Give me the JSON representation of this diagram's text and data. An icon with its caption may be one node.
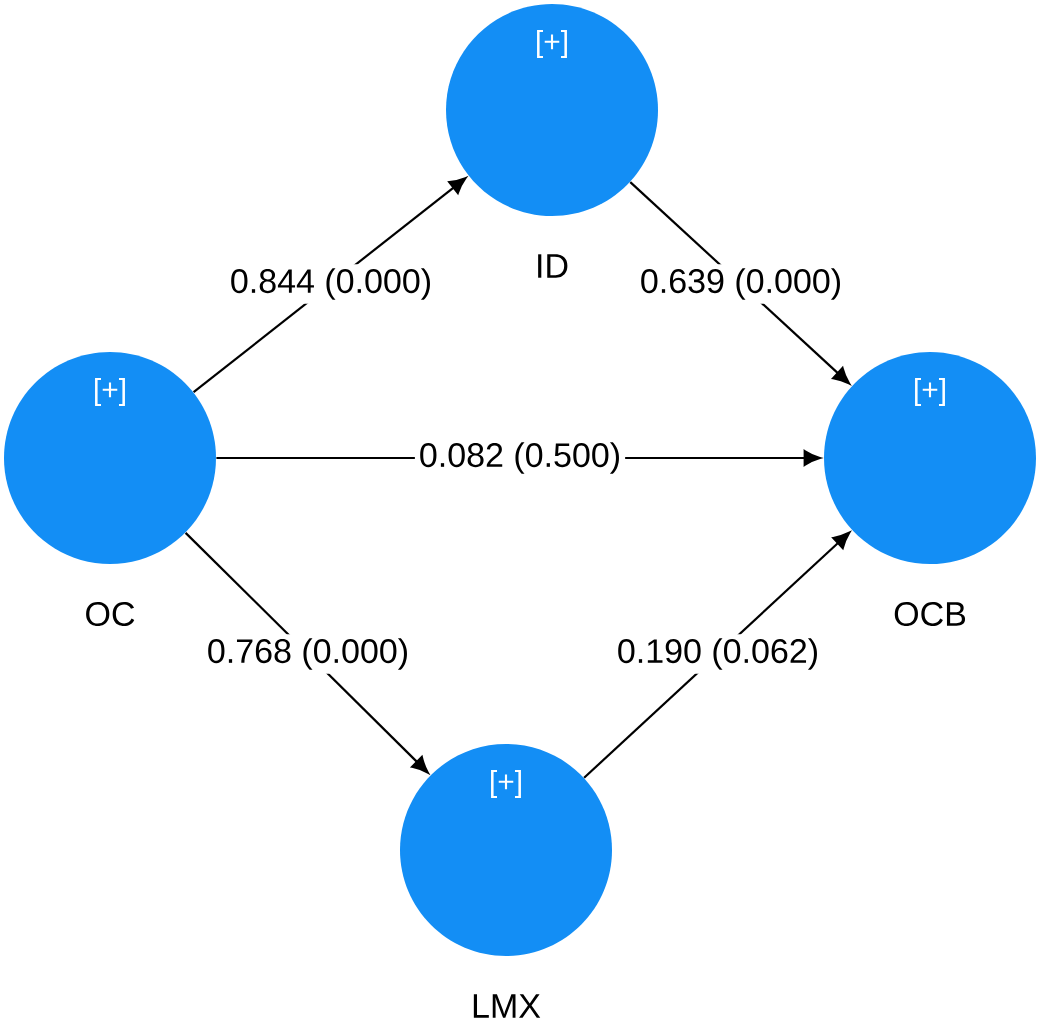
{
  "diagram": {
    "nodes": [
      {
        "text": [
          "[+]",
          "ID"
        ]
      },
      {
        "text": [
          "[+]",
          "OC"
        ]
      },
      {
        "text": [
          "[+]",
          "OCB"
        ]
      },
      {
        "text": [
          "[+]",
          "LMX"
        ]
      }
    ],
    "edges": [
      {
        "from": 1,
        "to": 0,
        "arrow": "to",
        "label": "0.844 (0.000)"
      },
      {
        "from": 0,
        "to": 2,
        "arrow": "to",
        "label": "0.639 (0.000)"
      },
      {
        "from": 1,
        "to": 2,
        "arrow": "to",
        "label": "0.082 (0.500)"
      },
      {
        "from": 1,
        "to": 3,
        "arrow": "to",
        "label": "0.768 (0.000)"
      },
      {
        "from": 3,
        "to": 2,
        "arrow": "to",
        "label": "0.190 (0.062)"
      }
    ]
  }
}
